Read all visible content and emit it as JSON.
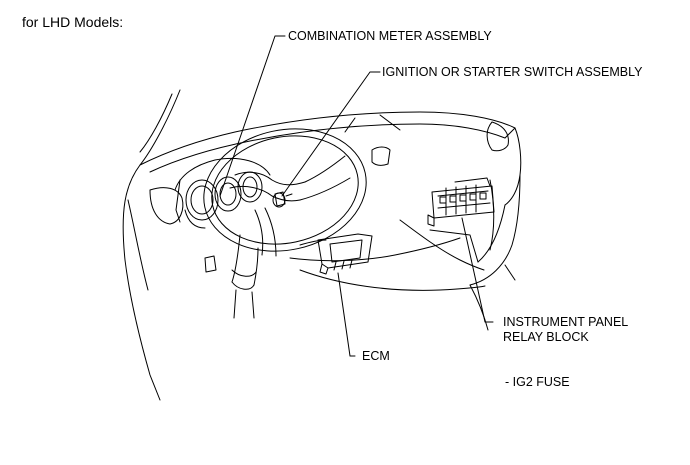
{
  "header": {
    "text": "for LHD Models:"
  },
  "callouts": {
    "combination_meter": "COMBINATION METER ASSEMBLY",
    "ignition_switch": "IGNITION OR STARTER SWITCH ASSEMBLY",
    "relay_block_line1": "INSTRUMENT PANEL",
    "relay_block_line2": "RELAY BLOCK",
    "ecm": "ECM",
    "ig2_fuse": "- IG2 FUSE"
  },
  "colors": {
    "line": "#000000",
    "background": "#ffffff"
  }
}
